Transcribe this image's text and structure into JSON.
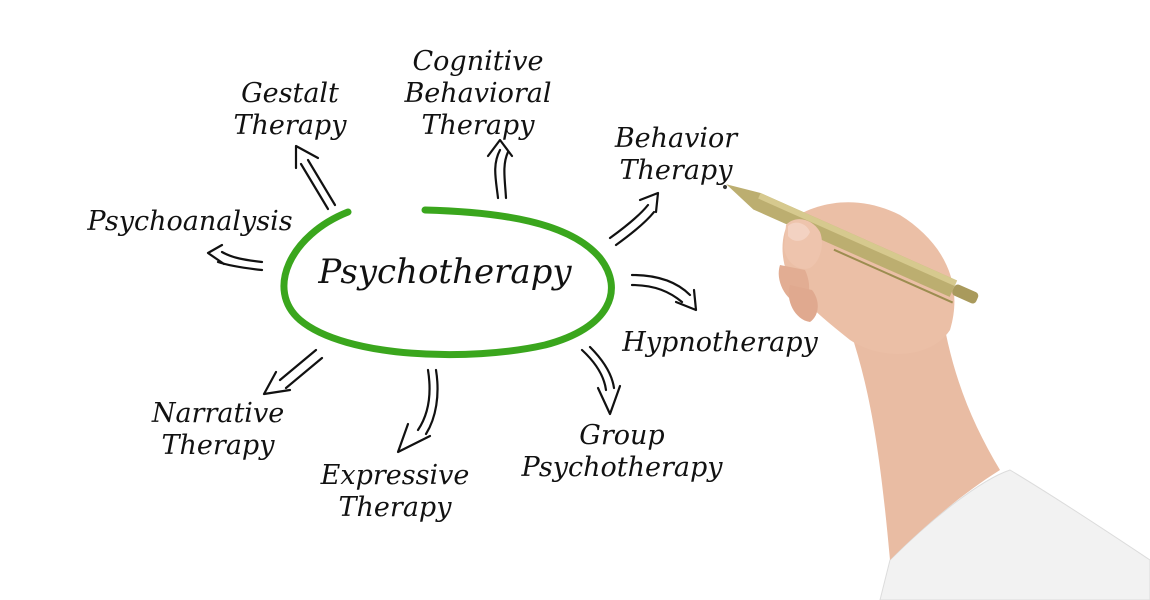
{
  "diagram": {
    "type": "mind-map",
    "center": {
      "label": "Psychotherapy",
      "ellipse_color": "#3aa61d"
    },
    "branches": [
      {
        "id": "gestalt",
        "lines": [
          "Gestalt",
          "Therapy"
        ]
      },
      {
        "id": "cbt",
        "lines": [
          "Cognitive",
          "Behavioral",
          "Therapy"
        ]
      },
      {
        "id": "behavior",
        "lines": [
          "Behavior",
          "Therapy"
        ]
      },
      {
        "id": "psychoanalysis",
        "lines": [
          "Psychoanalysis"
        ]
      },
      {
        "id": "hypnotherapy",
        "lines": [
          "Hypnotherapy"
        ]
      },
      {
        "id": "narrative",
        "lines": [
          "Narrative",
          "Therapy"
        ]
      },
      {
        "id": "expressive",
        "lines": [
          "Expressive",
          "Therapy"
        ]
      },
      {
        "id": "group",
        "lines": [
          "Group",
          "Psychotherapy"
        ]
      }
    ],
    "ink_color": "#111111",
    "background": "#ffffff",
    "photo": {
      "subject": "hand holding gold pen",
      "pen_color": "#b9a96a",
      "skin_color": "#e8b9a0",
      "sleeve_color": "#f2f2f2"
    }
  }
}
